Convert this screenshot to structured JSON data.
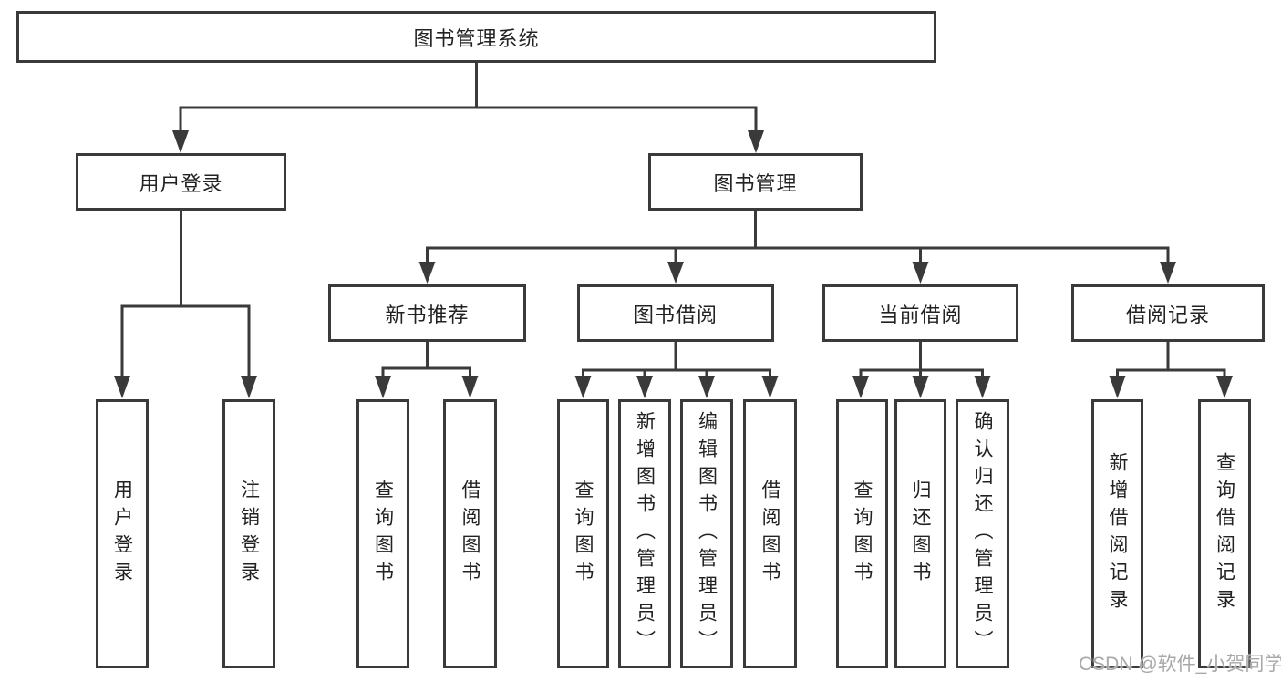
{
  "tree": {
    "root": {
      "label": "图书管理系统",
      "children": [
        {
          "label": "用户登录",
          "children": [
            {
              "label": "用户登录"
            },
            {
              "label": "注销登录"
            }
          ]
        },
        {
          "label": "图书管理",
          "children": [
            {
              "label": "新书推荐",
              "children": [
                {
                  "label": "查询图书"
                },
                {
                  "label": "借阅图书"
                }
              ]
            },
            {
              "label": "图书借阅",
              "children": [
                {
                  "label": "查询图书"
                },
                {
                  "label": "新增图书（管理员）"
                },
                {
                  "label": "编辑图书（管理员）"
                },
                {
                  "label": "借阅图书"
                }
              ]
            },
            {
              "label": "当前借阅",
              "children": [
                {
                  "label": "查询图书"
                },
                {
                  "label": "归还图书"
                },
                {
                  "label": "确认归还（管理员）"
                }
              ]
            },
            {
              "label": "借阅记录",
              "children": [
                {
                  "label": "新增借阅记录"
                },
                {
                  "label": "查询借阅记录"
                }
              ]
            }
          ]
        }
      ]
    }
  },
  "watermark": {
    "text": "CSDN @软件_小贺同学"
  },
  "colors": {
    "line": "#3a3a3a",
    "text": "#222222",
    "watermark": "#9e9e9e",
    "background": "#ffffff"
  }
}
